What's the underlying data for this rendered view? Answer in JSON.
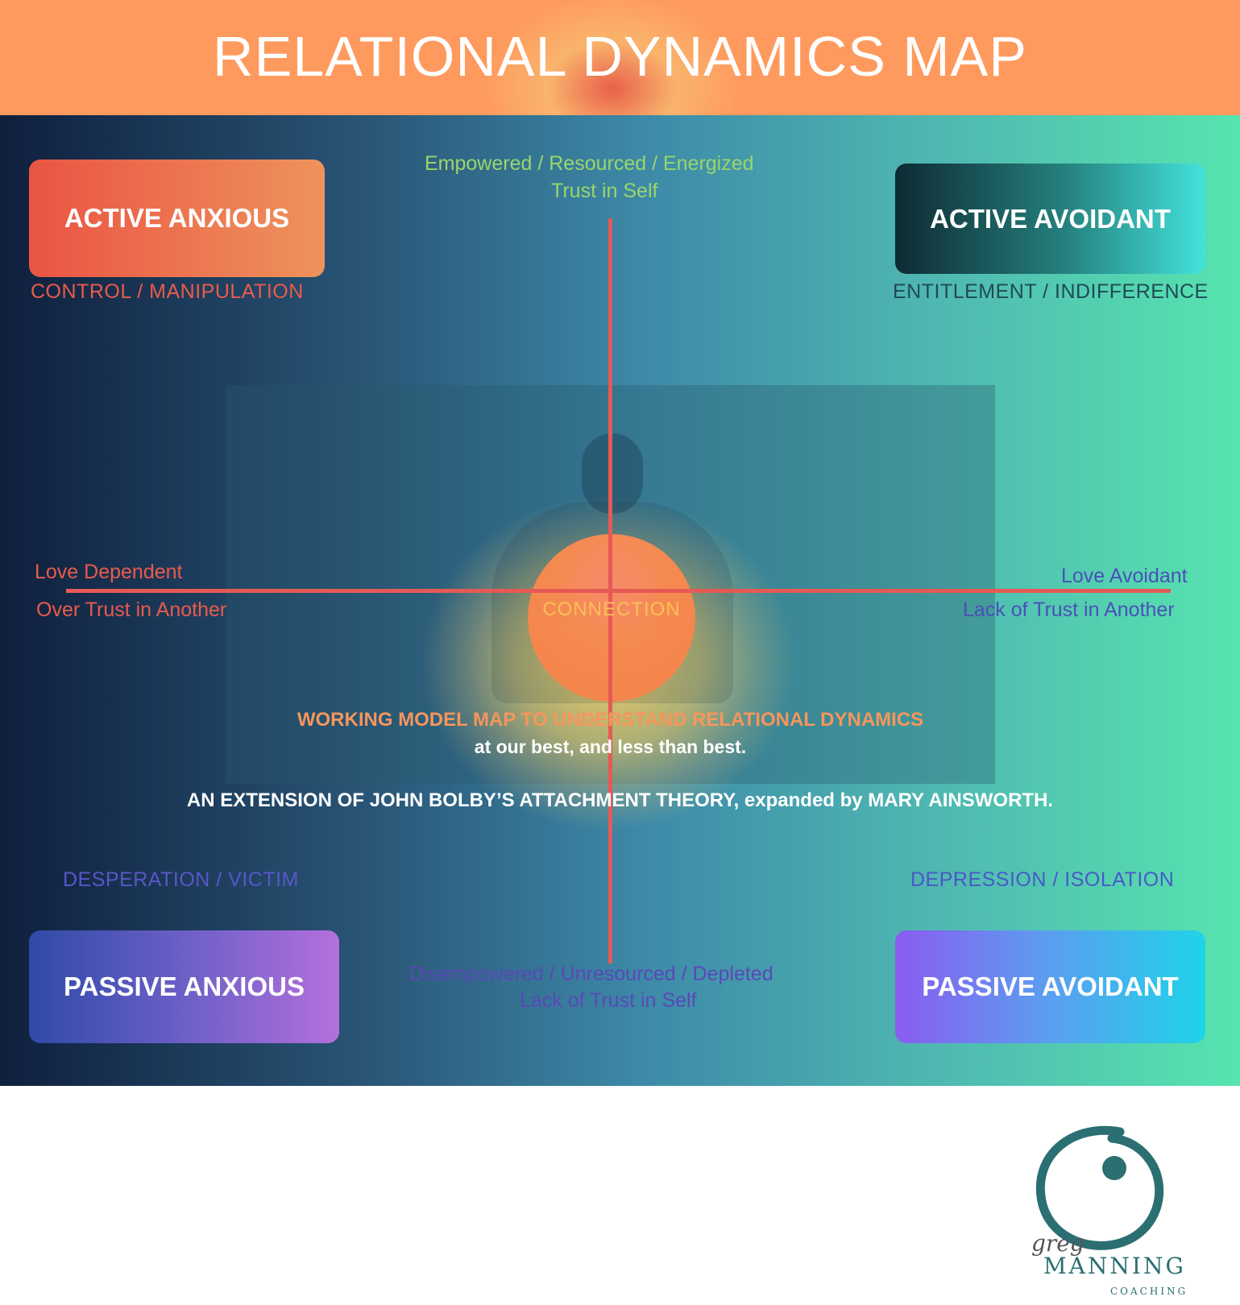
{
  "header": {
    "title": "RELATIONAL DYNAMICS MAP"
  },
  "colors": {
    "header": "#ff9a5e",
    "axis": "#e55a55",
    "active_anxious": "#ea5443",
    "active_avoidant": "#25817e",
    "passive_anxious": "#6c5fc7",
    "passive_avoidant": "#5a9ff0"
  },
  "quadrants": {
    "active_anxious": {
      "title": "ACTIVE ANXIOUS",
      "caption": "CONTROL / MANIPULATION"
    },
    "active_avoidant": {
      "title": "ACTIVE AVOIDANT",
      "caption": "ENTITLEMENT / INDIFFERENCE"
    },
    "passive_anxious": {
      "title": "PASSIVE ANXIOUS",
      "caption": "DESPERATION  / VICTIM"
    },
    "passive_avoidant": {
      "title": "PASSIVE AVOIDANT",
      "caption": "DEPRESSION / ISOLATION"
    }
  },
  "axes": {
    "top": {
      "line1": "Empowered / Resourced / Energized",
      "line2": "Trust in Self"
    },
    "bottom": {
      "line1": "Disempowered / Unresourced / Depleted",
      "line2": "Lack of Trust in Self"
    },
    "left": {
      "line1": "Love Dependent",
      "line2": "Over Trust in Another"
    },
    "right": {
      "line1": "Love Avoidant",
      "line2": "Lack of Trust in Another"
    }
  },
  "center": {
    "label": "CONNECTION"
  },
  "notes": {
    "title": "WORKING MODEL MAP TO UNDERSTAND RELATIONAL DYNAMICS",
    "subtitle": "at our best, and less than best.",
    "extension": "AN EXTENSION OF JOHN BOLBY’S ATTACHMENT THEORY, expanded by MARY AINSWORTH."
  },
  "logo": {
    "script": "greg",
    "name": "MANNING",
    "tagline": "COACHING",
    "icon": "enso-circle-icon"
  }
}
